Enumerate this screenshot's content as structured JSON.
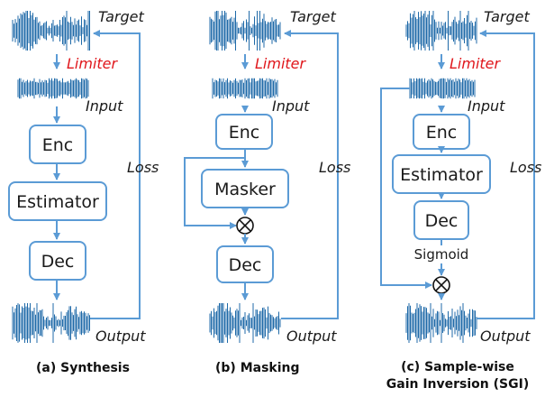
{
  "colors": {
    "accent": "#5b9bd5",
    "waveform": "#2f7fc0",
    "limiter": "#e0161b"
  },
  "panels": [
    {
      "id": "a",
      "target": "Target",
      "limiter": "Limiter",
      "input": "Input",
      "output": "Output",
      "loss": "Loss",
      "blocks": [
        "Enc",
        "Estimator",
        "Dec"
      ],
      "caption": [
        "(a) Synthesis"
      ]
    },
    {
      "id": "b",
      "target": "Target",
      "limiter": "Limiter",
      "input": "Input",
      "output": "Output",
      "loss": "Loss",
      "blocks": [
        "Enc",
        "Masker",
        "Dec"
      ],
      "caption": [
        "(b) Masking"
      ]
    },
    {
      "id": "c",
      "target": "Target",
      "limiter": "Limiter",
      "input": "Input",
      "output": "Output",
      "loss": "Loss",
      "blocks": [
        "Enc",
        "Estimator",
        "Dec"
      ],
      "sigmoid": "Sigmoid",
      "caption": [
        "(c) Sample-wise",
        "Gain Inversion (SGI)"
      ]
    }
  ]
}
